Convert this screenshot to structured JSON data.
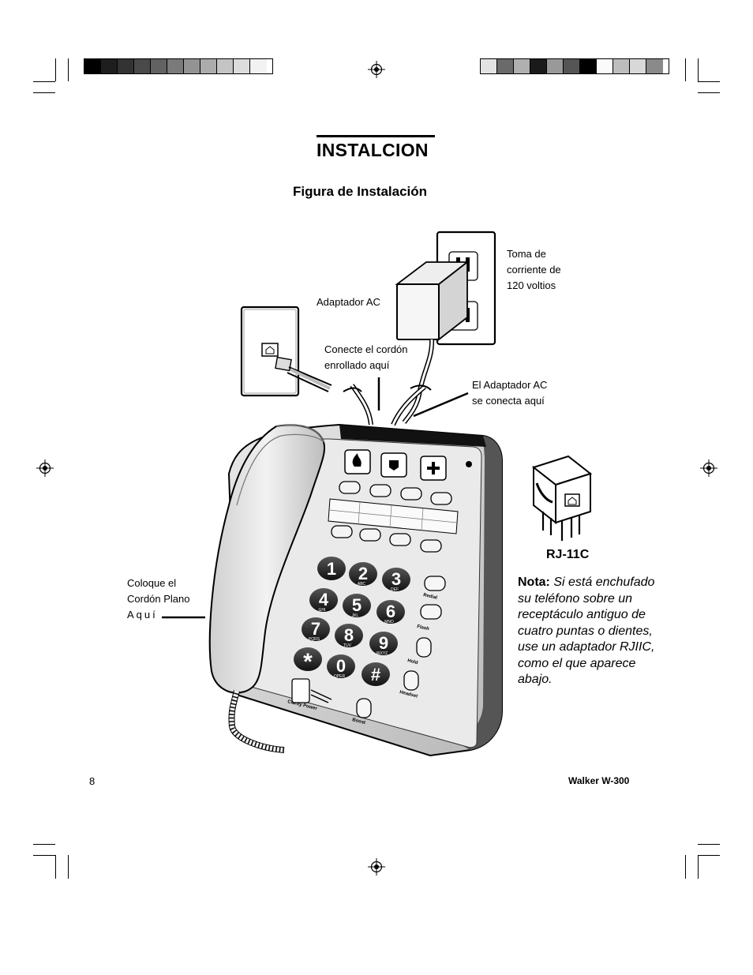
{
  "title": "INSTALCION",
  "subtitle": "Figura de Instalación",
  "labels": {
    "outlet_line1": "Toma de",
    "outlet_line2": "corriente de",
    "outlet_line3": "120 voltios",
    "ac_adapter": "Adaptador AC",
    "coil_line1": "Conecte el cordón",
    "coil_line2": "enrollado aquí",
    "acconn_line1": "El Adaptador AC",
    "acconn_line2": "se conecta aquí",
    "flat_line1": "Coloque el",
    "flat_line2": "Cordón Plano",
    "flat_line3": "Aquí"
  },
  "phone_keys": {
    "k1": "1",
    "k2": "2",
    "k2s": "ABC",
    "k3": "3",
    "k3s": "DEF",
    "k4": "4",
    "k4s": "GHI",
    "k5": "5",
    "k5s": "JKL",
    "k6": "6",
    "k6s": "MNO",
    "k7": "7",
    "k7s": "PQRS",
    "k8": "8",
    "k8s": "TUV",
    "k9": "9",
    "k9s": "WXYZ",
    "kstar": "*",
    "k0": "0",
    "k0s": "OPER",
    "khash": "#",
    "redial": "Redial",
    "flash": "Flash",
    "hold": "Hold",
    "headset": "Headset",
    "clarity": "Clarity Power",
    "boost": "Boost"
  },
  "rj_label": "RJ-11C",
  "note": {
    "lead": "Nota:",
    "text": "Si está enchufado su teléfono sobre un receptáculo antiguo de cuatro puntas o dientes, use un adaptador RJIIC, como el que aparece abajo."
  },
  "footer": {
    "page_number": "8",
    "model": "Walker W-300"
  },
  "colors": {
    "ink": "#000000",
    "paper": "#ffffff"
  }
}
